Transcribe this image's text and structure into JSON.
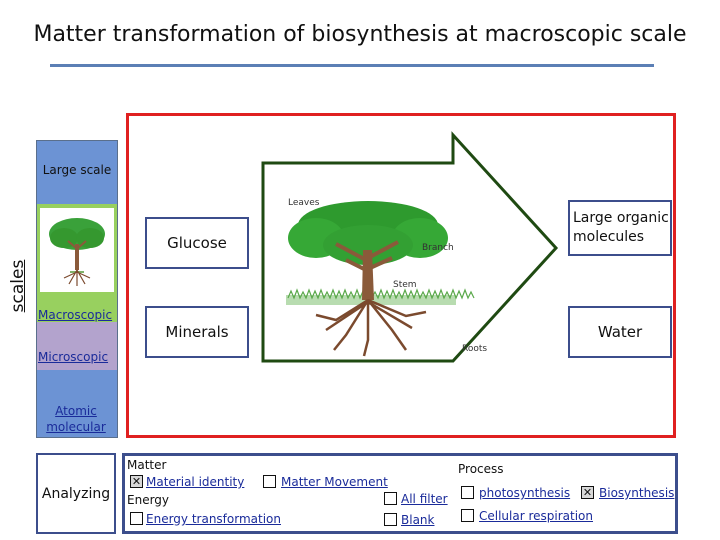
{
  "title": "Matter transformation of  biosynthesis at macroscopic scale",
  "scales": {
    "axis_label": "scales",
    "large_scale": "Large scale",
    "macroscopic": "Macroscopic",
    "microscopic": "Microscopic",
    "atomic_molecular": "Atomic molecular"
  },
  "diagram": {
    "inputs": [
      "Glucose",
      "Minerals"
    ],
    "outputs": [
      "Large organic molecules",
      "Water"
    ],
    "tree_labels": {
      "leaves": "Leaves",
      "branch": "Branch",
      "stem": "Stem",
      "roots": "Roots"
    },
    "colors": {
      "frame": "#e02020",
      "arrow": "#1f4a12",
      "box_border": "#3c4e8c",
      "large_scale_band": "#6c93d4",
      "macroscopic_band": "#98d05f",
      "microscopic_band": "#b3a3cd",
      "atomic_band": "#6c93d4"
    }
  },
  "analyzing": {
    "label": "Analyzing",
    "matter_heading": "Matter",
    "material_identity": {
      "label": "Material identity",
      "checked": true
    },
    "matter_movement": {
      "label": "Matter Movement",
      "checked": false
    },
    "energy_heading": "Energy",
    "energy_transformation": {
      "label": "Energy transformation",
      "checked": false
    },
    "all_filter": {
      "label": "All filter",
      "checked": false
    },
    "blank": {
      "label": "Blank",
      "checked": false
    },
    "process_heading": "Process",
    "photosynthesis": {
      "label": "photosynthesis",
      "checked": false
    },
    "biosynthesis": {
      "label": "Biosynthesis",
      "checked": true
    },
    "cellular_respiration": {
      "label": "Cellular respiration",
      "checked": false
    }
  }
}
